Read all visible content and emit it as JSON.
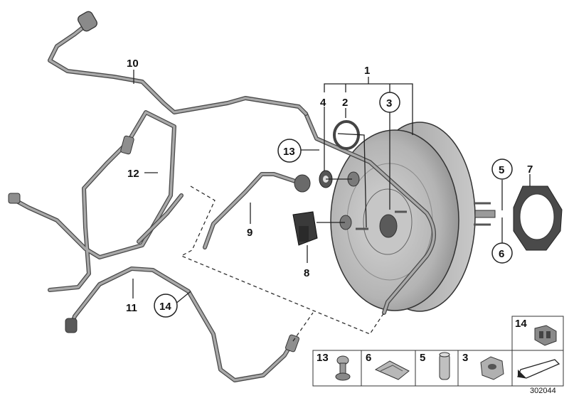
{
  "callouts": {
    "c1": "1",
    "c2": "2",
    "c3": "3",
    "c4": "4",
    "c5": "5",
    "c6": "6",
    "c7": "7",
    "c8": "8",
    "c9": "9",
    "c10": "10",
    "c11": "11",
    "c12": "12",
    "c13": "13",
    "c14": "14"
  },
  "legend": {
    "l13": "13",
    "l6": "6",
    "l5": "5",
    "l3": "3",
    "l14": "14"
  },
  "document_id": "302044",
  "colors": {
    "booster": "#b8b8b8",
    "pipe": "#9e9e9e",
    "outline": "#333333"
  }
}
